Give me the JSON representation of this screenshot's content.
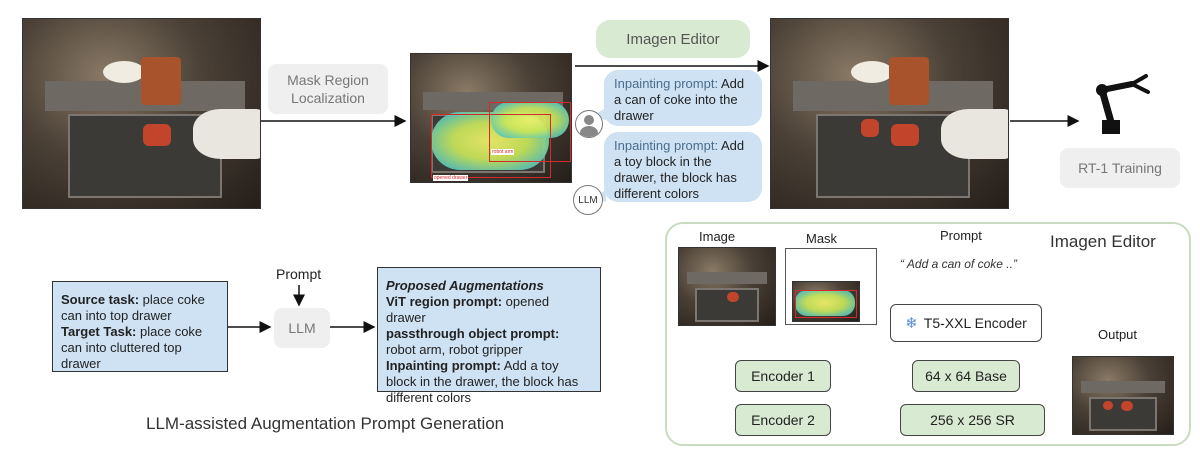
{
  "top_row": {
    "mask_region_label": "Mask Region Localization",
    "mask_labels": [
      "robot arm",
      "opened drawer"
    ],
    "imagen_editor_label": "Imagen Editor",
    "bubble1_label": "Inpainting prompt:",
    "bubble1_text": "Add a can of coke into the drawer",
    "bubble2_label": "Inpainting prompt:",
    "bubble2_text": "Add a toy block in the drawer, the block has different colors",
    "llm_badge": "LLM",
    "rt1_label": "RT-1 Training"
  },
  "llm_section": {
    "prompt_label": "Prompt",
    "llm_label": "LLM",
    "source_task_label": "Source task:",
    "source_task_text": "place coke can into top drawer",
    "target_task_label": "Target Task:",
    "target_task_text": "place coke can into cluttered top drawer",
    "proposed_title": "Proposed Augmentations",
    "vit_label": "ViT region prompt:",
    "vit_text": "opened drawer",
    "passthrough_label": "passthrough object prompt:",
    "passthrough_text": "robot arm, robot gripper",
    "inpaint_label": "Inpainting prompt:",
    "inpaint_text": "Add a toy block in the drawer, the block has different colors",
    "caption": "LLM-assisted Augmentation Prompt Generation"
  },
  "imagen_panel": {
    "title": "Imagen Editor",
    "image_label": "Image",
    "mask_label": "Mask",
    "prompt_label": "Prompt",
    "prompt_text": "“ Add a can of coke ..”",
    "t5_label": "T5-XXL Encoder",
    "encoder1_label": "Encoder 1",
    "encoder2_label": "Encoder 2",
    "base_label": "64 x 64 Base",
    "sr_label": "256 x 256 SR",
    "output_label": "Output"
  },
  "icons": {
    "user": "user-avatar-icon",
    "robot": "robot-arm-icon",
    "snowflake": "snowflake-icon"
  },
  "colors": {
    "bubble_blue": "#cfe2f3",
    "encoder_green": "#d9ead3",
    "panel_border": "#c9dcc2",
    "pill_grey": "#efefef"
  }
}
